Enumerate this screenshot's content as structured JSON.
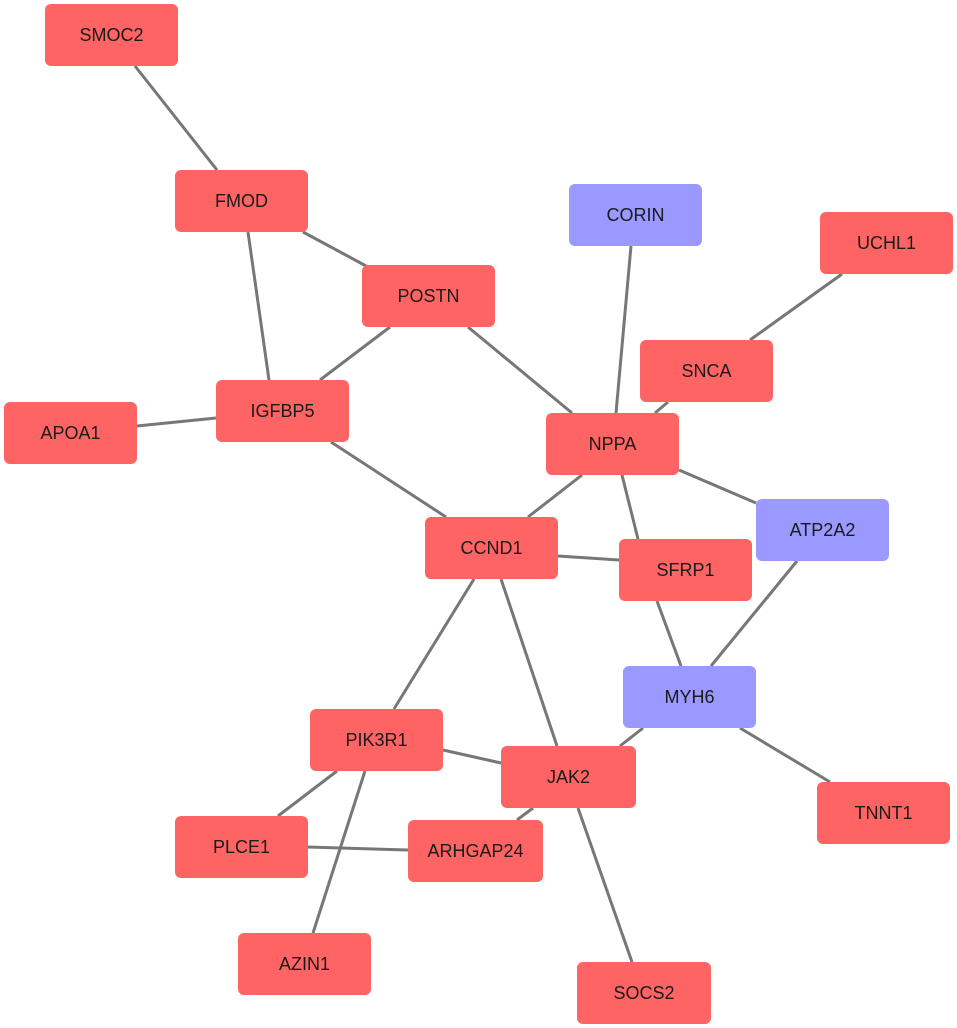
{
  "colors": {
    "up": "#ff6464",
    "down": "#9999ff",
    "edge": "#777777"
  },
  "nodes": [
    {
      "id": "SMOC2",
      "label": "SMOC2",
      "kind": "up"
    },
    {
      "id": "FMOD",
      "label": "FMOD",
      "kind": "up"
    },
    {
      "id": "POSTN",
      "label": "POSTN",
      "kind": "up"
    },
    {
      "id": "CORIN",
      "label": "CORIN",
      "kind": "down"
    },
    {
      "id": "UCHL1",
      "label": "UCHL1",
      "kind": "up"
    },
    {
      "id": "SNCA",
      "label": "SNCA",
      "kind": "up"
    },
    {
      "id": "IGFBP5",
      "label": "IGFBP5",
      "kind": "up"
    },
    {
      "id": "APOA1",
      "label": "APOA1",
      "kind": "up"
    },
    {
      "id": "NPPA",
      "label": "NPPA",
      "kind": "up"
    },
    {
      "id": "ATP2A2",
      "label": "ATP2A2",
      "kind": "down"
    },
    {
      "id": "CCND1",
      "label": "CCND1",
      "kind": "up"
    },
    {
      "id": "SFRP1",
      "label": "SFRP1",
      "kind": "up"
    },
    {
      "id": "MYH6",
      "label": "MYH6",
      "kind": "down"
    },
    {
      "id": "PIK3R1",
      "label": "PIK3R1",
      "kind": "up"
    },
    {
      "id": "JAK2",
      "label": "JAK2",
      "kind": "up"
    },
    {
      "id": "TNNT1",
      "label": "TNNT1",
      "kind": "up"
    },
    {
      "id": "PLCE1",
      "label": "PLCE1",
      "kind": "up"
    },
    {
      "id": "ARHGAP24",
      "label": "ARHGAP24",
      "kind": "up"
    },
    {
      "id": "AZIN1",
      "label": "AZIN1",
      "kind": "up"
    },
    {
      "id": "SOCS2",
      "label": "SOCS2",
      "kind": "up"
    }
  ],
  "edges": [
    [
      "SMOC2",
      "FMOD"
    ],
    [
      "FMOD",
      "POSTN"
    ],
    [
      "FMOD",
      "IGFBP5"
    ],
    [
      "POSTN",
      "IGFBP5"
    ],
    [
      "POSTN",
      "NPPA"
    ],
    [
      "CORIN",
      "NPPA"
    ],
    [
      "UCHL1",
      "SNCA"
    ],
    [
      "SNCA",
      "NPPA"
    ],
    [
      "APOA1",
      "IGFBP5"
    ],
    [
      "IGFBP5",
      "CCND1"
    ],
    [
      "NPPA",
      "CCND1"
    ],
    [
      "NPPA",
      "SFRP1"
    ],
    [
      "NPPA",
      "ATP2A2"
    ],
    [
      "ATP2A2",
      "MYH6"
    ],
    [
      "CCND1",
      "SFRP1"
    ],
    [
      "SFRP1",
      "MYH6"
    ],
    [
      "CCND1",
      "PIK3R1"
    ],
    [
      "CCND1",
      "JAK2"
    ],
    [
      "MYH6",
      "JAK2"
    ],
    [
      "MYH6",
      "TNNT1"
    ],
    [
      "PIK3R1",
      "JAK2"
    ],
    [
      "PIK3R1",
      "PLCE1"
    ],
    [
      "PIK3R1",
      "AZIN1"
    ],
    [
      "PLCE1",
      "ARHGAP24"
    ],
    [
      "ARHGAP24",
      "JAK2"
    ],
    [
      "JAK2",
      "SOCS2"
    ]
  ]
}
